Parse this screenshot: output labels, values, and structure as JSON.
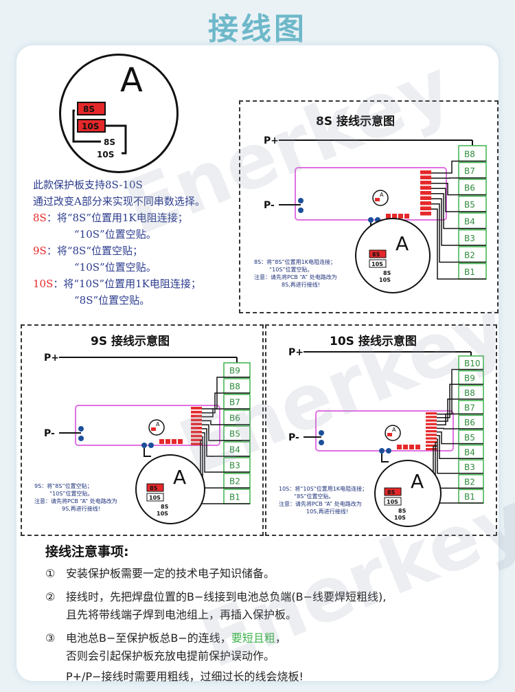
{
  "title": "接线图",
  "circle_label": "A",
  "chip_8s": "8S",
  "chip_10s": "10S",
  "left_note": {
    "line1": "此款保护板支持8S-10S",
    "line2": "通过改变A部分来实现不同串数选择。",
    "s8_key": "8S",
    "s8_text": "：将“8S”位置用1K电阻连接；",
    "s8_text2": "“10S”位置空贴。",
    "s9_key": "9S",
    "s9_text": "：将“8S“位置空贴；",
    "s9_text2": "“10S”位置空贴。",
    "s10_key": "10S",
    "s10_text": "：将“10S”位置用1K电阻连接；",
    "s10_text2": "“8S”位置空贴。"
  },
  "panels": {
    "p8": {
      "title": "8S 接线示意图",
      "cells": [
        "B8",
        "B7",
        "B6",
        "B5",
        "B4",
        "B3",
        "B2",
        "B1"
      ],
      "note1": "8S：将“8S”位置用1K电阻连接；",
      "note2": "“10S”位置空贴。",
      "note3": "注意：请先将PCB “A” 处电路改为",
      "note4": "8S,再进行接线!"
    },
    "p9": {
      "title": "9S 接线示意图",
      "cells": [
        "B9",
        "B8",
        "B7",
        "B6",
        "B5",
        "B4",
        "B3",
        "B2",
        "B1"
      ],
      "note1": "9S：将“8S”位置空贴；",
      "note2": "“10S”位置空贴。",
      "note3": "注意：请先将PCB “A” 处电路改为",
      "note4": "9S,再进行接线!"
    },
    "p10": {
      "title": "10S 接线示意图",
      "cells": [
        "B10",
        "B9",
        "B8",
        "B7",
        "B6",
        "B5",
        "B4",
        "B3",
        "B2",
        "B1"
      ],
      "note1": "10S：将“10S”位置用1K电阻连接；",
      "note2": "“8S”位置空贴。",
      "note3": "注意：请先将PCB “A” 处电路改为",
      "note4": "10S,再进行接线!"
    }
  },
  "p_plus": "P+",
  "p_minus": "P-",
  "notes": {
    "heading": "接线注意事项:",
    "n1_num": "①",
    "n1": "安装保护板需要一定的技术电子知识储备。",
    "n2_num": "②",
    "n2a": "接线时，先把焊盘位置的B−线接到电池总负端(B−线要焊短粗线),",
    "n2b": "且先将带线端子焊到电池组上，再插入保护板。",
    "n3_num": "③",
    "n3a": "电池总B−至保护板总B−的连线，",
    "n3_green": "要短且粗",
    "n3c": "，",
    "n3d": "否则会引起保护板充放电提前保护误动作。",
    "n4": "P+/P−接线时需要用粗线，过细过长的线会烧板!"
  },
  "watermark": "Enerkey",
  "colors": {
    "title": "#6db8c9",
    "cell_border": "#3bb24a",
    "pcb": "#e070e0",
    "red": "#e5282a"
  }
}
